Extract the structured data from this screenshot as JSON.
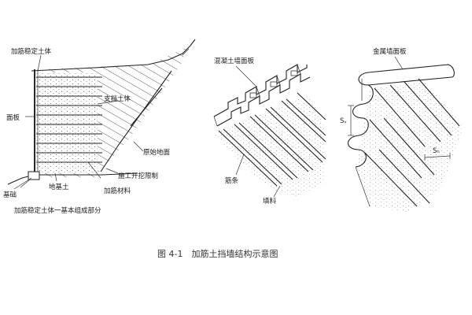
{
  "left": {
    "label_reinforced_soil": "加筋稳定土体",
    "label_panel": "面板",
    "label_retained_soil": "支挡土体",
    "label_original_ground": "原始地面",
    "label_excavation_limit": "施工开挖限制",
    "label_reinforcement_material": "加筋材料",
    "label_subgrade": "地基土",
    "label_foundation": "基础",
    "subcaption": "加筋稳定土体一基本组成部分"
  },
  "middle": {
    "label_concrete_panel": "混凝土墙面板",
    "label_strip": "筋条",
    "label_fill": "填料"
  },
  "right": {
    "label_metal_panel": "金属墙面板",
    "label_sv": "Sᵥ",
    "label_sh": "Sₕ"
  },
  "caption": "图 4-1　加筋土挡墙结构示意图",
  "colors": {
    "ink": "#1a1a1a",
    "paper": "#ffffff"
  }
}
